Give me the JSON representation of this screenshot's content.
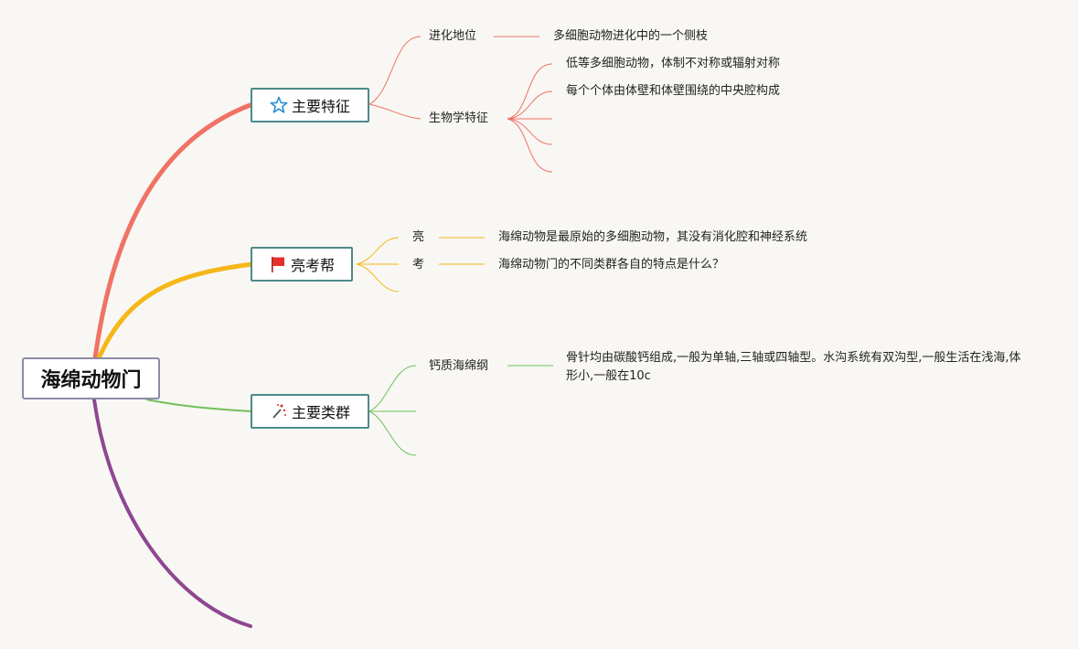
{
  "root": {
    "title": "海绵动物门"
  },
  "branches": [
    {
      "id": "features",
      "title": "主要特征",
      "icon": "star-icon",
      "color": "#f07264",
      "children": [
        {
          "label": "进化地位",
          "detail": "多细胞动物进化中的一个侧枝"
        },
        {
          "label": "生物学特征",
          "details": [
            "低等多细胞动物，体制不对称或辐射对称",
            "每个个体由体壁和体壁围绕的中央腔构成"
          ]
        }
      ]
    },
    {
      "id": "highlight",
      "title": "亮考帮",
      "icon": "red-flag-icon",
      "color": "#f5b719",
      "children": [
        {
          "label": "亮",
          "detail": "海绵动物是最原始的多细胞动物，其没有消化腔和神经系统"
        },
        {
          "label": "考",
          "detail": "海绵动物门的不同类群各自的特点是什么？"
        }
      ]
    },
    {
      "id": "groups",
      "title": "主要类群",
      "icon": "magic-wand-icon",
      "color": "#72c05a",
      "children": [
        {
          "label": "钙质海绵纲",
          "detail": "骨针均由碳酸钙组成,一般为单轴,三轴或四轴型。水沟系统有双沟型,一般生活在浅海,体形小,一般在10c"
        }
      ]
    }
  ],
  "colors": {
    "purple_branch": "#8e4790",
    "background": "#f8f7f4",
    "topic_border": "#4d8a8a"
  }
}
